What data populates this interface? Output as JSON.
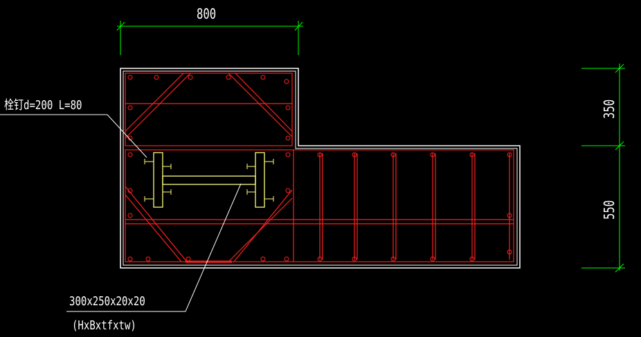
{
  "dimensions": {
    "top_width": "800",
    "right_upper": "350",
    "right_lower": "550"
  },
  "annotations": {
    "stud": "栓钉d=200 L=80",
    "section_size": "300x250x20x20",
    "section_format": "(HxBxtfxtw)"
  },
  "colors": {
    "background": "#000000",
    "outline": "#ffffff",
    "rebar": "#ff2020",
    "steel": "#ffff80",
    "dimension": "#00ff00",
    "leader": "#ffffff"
  }
}
